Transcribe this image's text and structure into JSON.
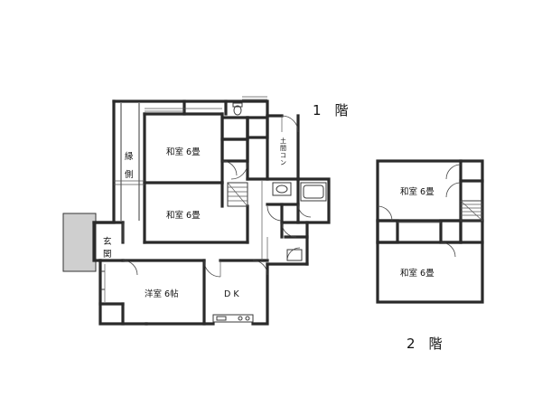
{
  "floors": {
    "first": {
      "title": "1　階"
    },
    "second": {
      "title": "2　階"
    }
  },
  "rooms": {
    "washitsu_a": "和室 6畳",
    "washitsu_b": "和室 6畳",
    "engawa_1": "縁",
    "engawa_2": "側",
    "genkan_1": "玄",
    "genkan_2": "関",
    "youshitsu": "洋室 6帖",
    "dk": "D K",
    "dirt_1": "土",
    "dirt_2": "間",
    "dirt_3": "コ",
    "dirt_4": "ン",
    "up_a": "和室 6畳",
    "up_b": "和室 6畳"
  }
}
